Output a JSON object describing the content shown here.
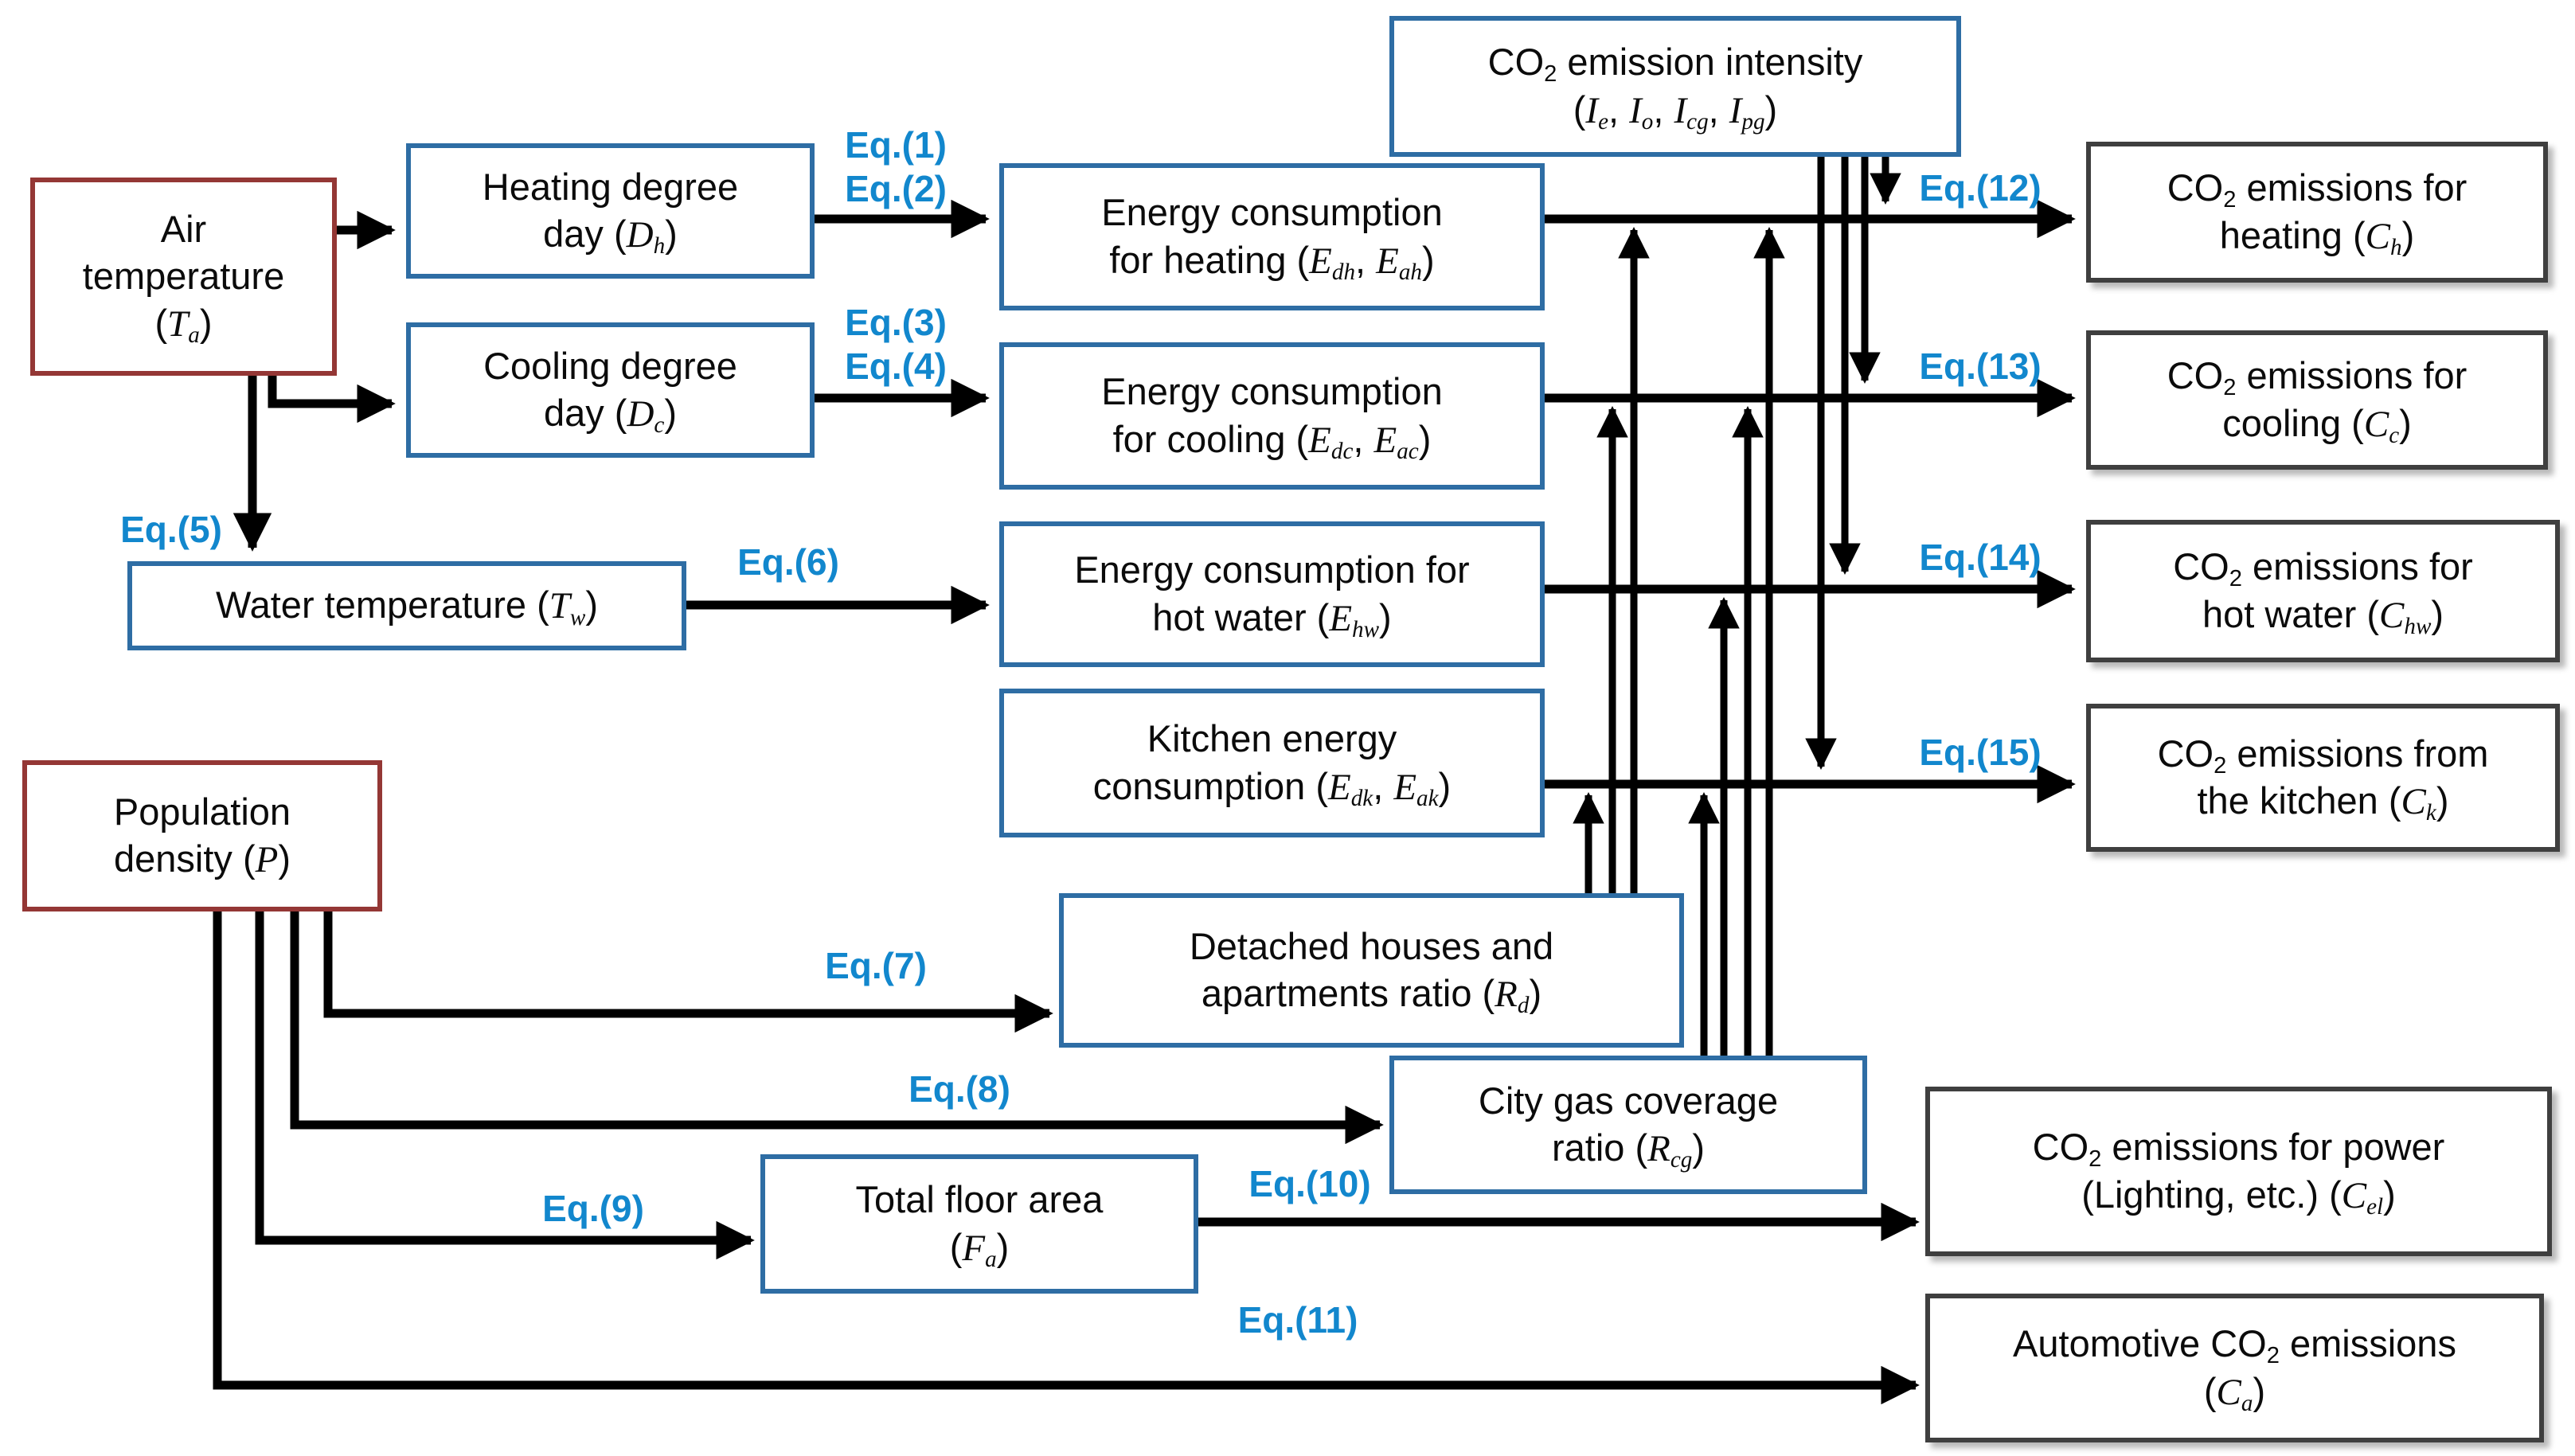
{
  "title": "CO2 emissions estimation flow diagram",
  "colors": {
    "input_box_border": "#943735",
    "process_box_border": "#2E6DA4",
    "output_box_border": "#3F3F3F",
    "arrow": "#000000",
    "equation_label": "#1287CD",
    "background": "#FFFFFF",
    "text": "#0B0B0B"
  },
  "nodes": {
    "air": {
      "label": "Air\ntemperature\n(*T*_{a})"
    },
    "hdd": {
      "label": "Heating degree\nday (*D*_{h})"
    },
    "cdd": {
      "label": "Cooling degree\nday (*D*_{c})"
    },
    "water": {
      "label": "Water temperature (*T*_{w})"
    },
    "pop": {
      "label": "Population\ndensity (*P*)"
    },
    "eheat": {
      "label": "Energy consumption\nfor heating (*E*_{dh}, *E*_{ah})"
    },
    "ecool": {
      "label": "Energy consumption\nfor cooling (*E*_{dc}, *E*_{ac})"
    },
    "ehot": {
      "label": "Energy consumption for\nhot water (*E*_{hw})"
    },
    "ekitchen": {
      "label": "Kitchen energy\nconsumption (*E*_{dk}, *E*_{ak})"
    },
    "intensity": {
      "label": "CO_{2} emission intensity\n(*I*_{e}, *I*_{o}, *I*_{cg}, *I*_{pg})"
    },
    "rd": {
      "label": "Detached houses and\napartments ratio (*R*_{d})"
    },
    "rcg": {
      "label": "City gas coverage\nratio (*R*_{cg})"
    },
    "fa": {
      "label": "Total floor area\n(*F*_{a})"
    },
    "ch": {
      "label": "CO_{2} emissions for\nheating (*C*_{h})"
    },
    "cc": {
      "label": "CO_{2} emissions for\ncooling (*C*_{c})"
    },
    "chw": {
      "label": "CO_{2} emissions for\nhot water (*C*_{hw})"
    },
    "ck": {
      "label": "CO_{2} emissions from\nthe kitchen (*C*_{k})"
    },
    "cel": {
      "label": "CO_{2} emissions for power\n(Lighting, etc.)  (*C*_{el})"
    },
    "ca": {
      "label": "Automotive CO_{2} emissions\n(*C*_{a})"
    }
  },
  "eq": {
    "e1": "Eq.(1)",
    "e2": "Eq.(2)",
    "e3": "Eq.(3)",
    "e4": "Eq.(4)",
    "e5": "Eq.(5)",
    "e6": "Eq.(6)",
    "e7": "Eq.(7)",
    "e8": "Eq.(8)",
    "e9": "Eq.(9)",
    "e10": "Eq.(10)",
    "e11": "Eq.(11)",
    "e12": "Eq.(12)",
    "e13": "Eq.(13)",
    "e14": "Eq.(14)",
    "e15": "Eq.(15)"
  }
}
